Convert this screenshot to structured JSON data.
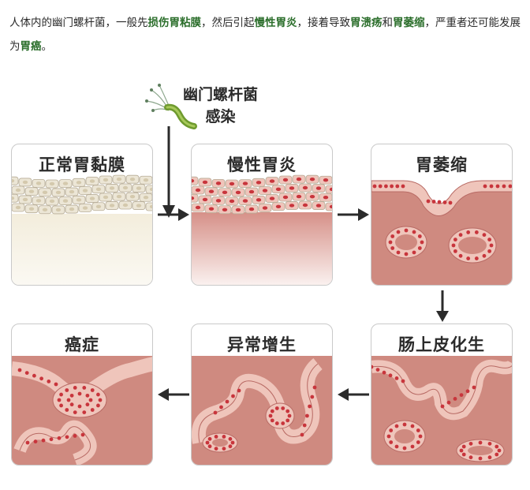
{
  "intro": {
    "segments": [
      {
        "text": "人体内的幽门螺杆菌，一般先",
        "bold": false
      },
      {
        "text": "损伤胃粘膜",
        "bold": true
      },
      {
        "text": "，然后引起",
        "bold": false
      },
      {
        "text": "慢性胃炎",
        "bold": true
      },
      {
        "text": "，接着导致",
        "bold": false
      },
      {
        "text": "胃溃疡",
        "bold": true
      },
      {
        "text": "和",
        "bold": false
      },
      {
        "text": "胃萎缩",
        "bold": true
      },
      {
        "text": "，严重者还可能发展为",
        "bold": false
      },
      {
        "text": "胃癌",
        "bold": true
      },
      {
        "text": "。",
        "bold": false
      }
    ]
  },
  "infection": {
    "line1": "幽门螺杆菌",
    "line2": "感染",
    "icon": "helicobacter-bacterium-icon"
  },
  "stages": {
    "normal": "正常胃黏膜",
    "gastritis": "慢性胃炎",
    "atrophy": "胃萎缩",
    "metaplasia": "肠上皮化生",
    "dysplasia": "异常增生",
    "cancer": "癌症"
  },
  "colors": {
    "cell_normal": "#ece6d6",
    "cell_border": "#b7ad98",
    "nucleus_normal": "#d4c9ad",
    "cell_inflamed": "#efc5bb",
    "nucleus_red": "#c8353c",
    "tissue": "#cf8a80",
    "arrow": "#2b2b2b"
  }
}
